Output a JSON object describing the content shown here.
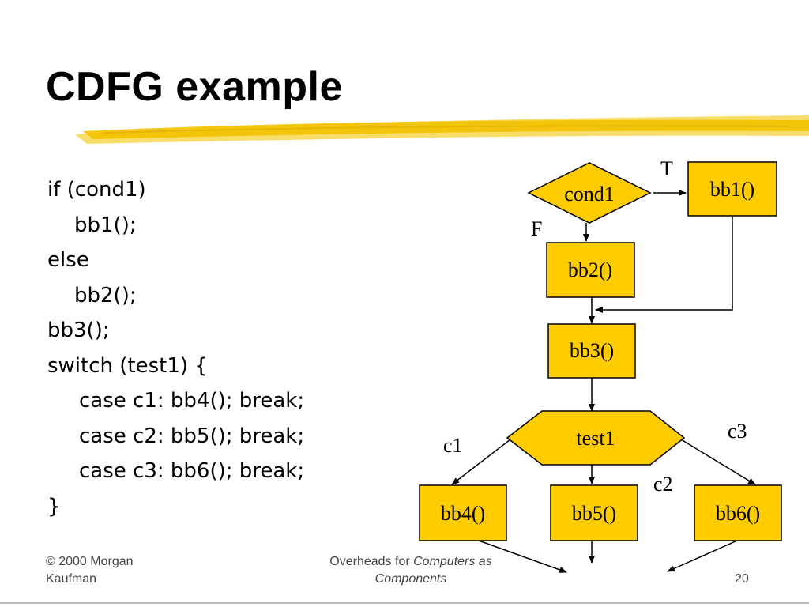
{
  "slide": {
    "title": "CDFG example",
    "underline_color": "#f2c200"
  },
  "code": {
    "lines": [
      "if (cond1)",
      "bb1();",
      "else",
      "bb2();",
      "bb3();",
      "switch (test1) {",
      "case c1: bb4(); break;",
      "case c2: bb5(); break;",
      "case c3: bb6(); break;",
      "}"
    ]
  },
  "diagram": {
    "node_fill": "#ffcc00",
    "nodes": {
      "cond1": "cond1",
      "bb1": "bb1()",
      "bb2": "bb2()",
      "bb3": "bb3()",
      "test1": "test1",
      "bb4": "bb4()",
      "bb5": "bb5()",
      "bb6": "bb6()"
    },
    "edge_labels": {
      "true": "T",
      "false": "F",
      "c1": "c1",
      "c2": "c2",
      "c3": "c3"
    }
  },
  "footer": {
    "copyright_line1": "© 2000 Morgan",
    "copyright_line2": "Kaufman",
    "overheads_prefix": "Overheads for ",
    "overheads_italic1": "Computers as",
    "overheads_italic2": "Components",
    "page_number": "20"
  }
}
